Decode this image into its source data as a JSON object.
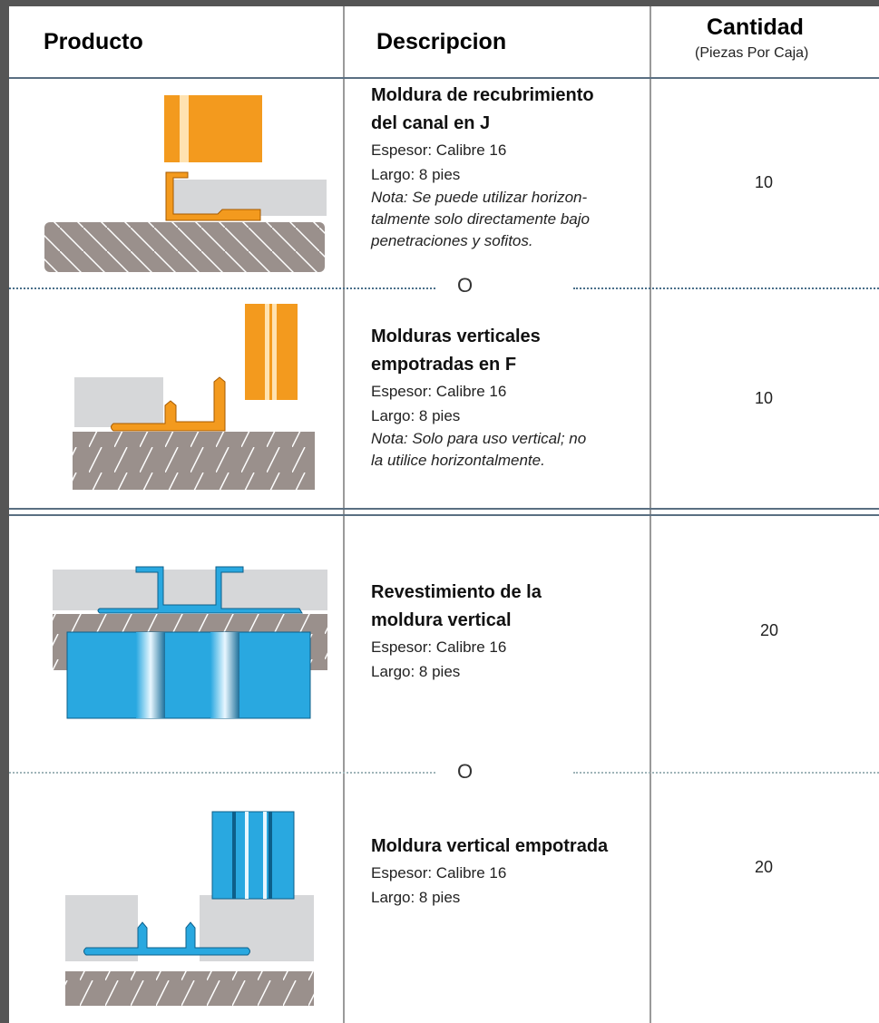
{
  "header": {
    "product": "Producto",
    "description": "Descripcion",
    "quantity": "Cantidad",
    "quantity_sub": "(Piezas Por Caja)"
  },
  "or_label": "O",
  "rows": [
    {
      "title_lines": [
        "Moldura de recubrimiento",
        "del canal en J"
      ],
      "thickness": "Espesor: Calibre 16",
      "length": "Largo: 8 pies",
      "note_lines": [
        "Nota: Se puede utilizar horizon-",
        "talmente solo directamente bajo",
        "penetraciones y sofitos."
      ],
      "quantity": "10"
    },
    {
      "title_lines": [
        "Molduras verticales",
        "empotradas en F"
      ],
      "thickness": "Espesor: Calibre 16",
      "length": "Largo: 8 pies",
      "note_lines": [
        "Nota: Solo para uso vertical; no",
        "la utilice horizontalmente."
      ],
      "quantity": "10"
    },
    {
      "title_lines": [
        "Revestimiento de la",
        "moldura vertical"
      ],
      "thickness": "Espesor: Calibre 16",
      "length": "Largo: 8 pies",
      "quantity": "20"
    },
    {
      "title_lines": [
        "Moldura vertical empotrada"
      ],
      "thickness": "Espesor: Calibre 16",
      "length": "Largo: 8 pies",
      "quantity": "20"
    }
  ],
  "colors": {
    "orange": "#f39a1e",
    "blue": "#29a8e0",
    "gray_panel": "#d6d7d9",
    "gray_substrate": "#9a908c",
    "frame": "#555555"
  }
}
